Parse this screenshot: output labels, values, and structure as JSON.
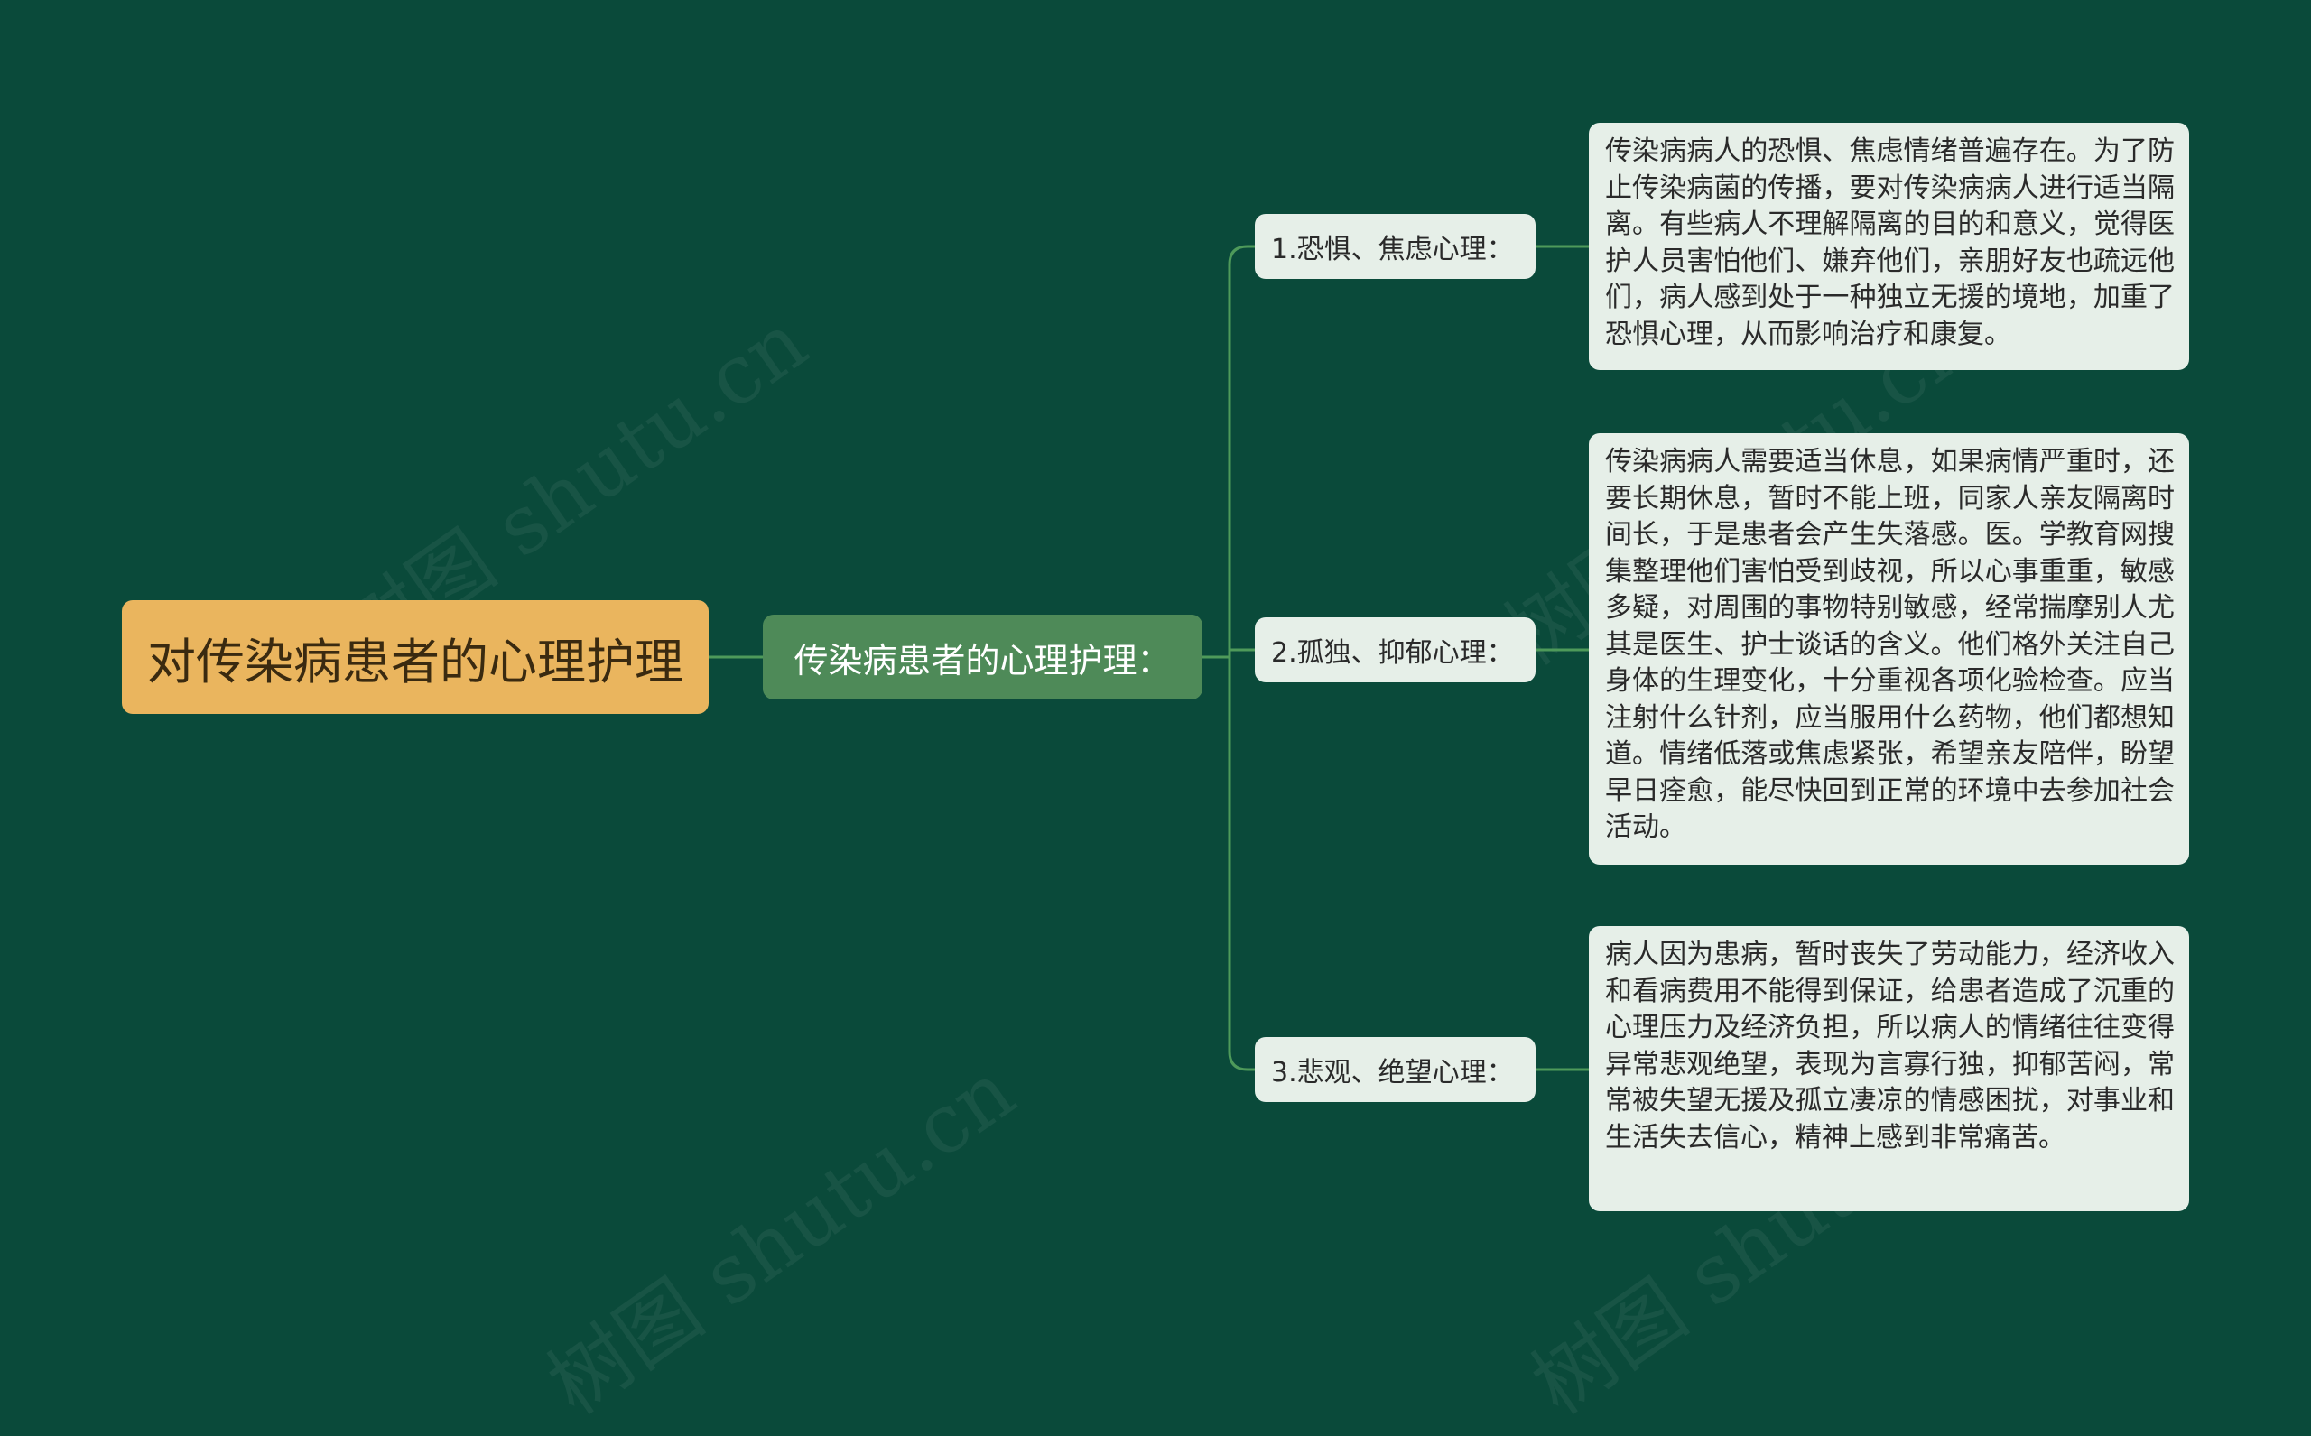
{
  "root": {
    "label": "对传染病患者的心理护理"
  },
  "main": {
    "label": "传染病患者的心理护理："
  },
  "branches": [
    {
      "label": "1.恐惧、焦虑心理：",
      "detail": "传染病病人的恐惧、焦虑情绪普遍存在。为了防止传染病菌的传播，要对传染病病人进行适当隔离。有些病人不理解隔离的目的和意义，觉得医护人员害怕他们、嫌弃他们，亲朋好友也疏远他们，病人感到处于一种独立无援的境地，加重了恐惧心理，从而影响治疗和康复。"
    },
    {
      "label": "2.孤独、抑郁心理：",
      "detail": "传染病病人需要适当休息，如果病情严重时，还要长期休息，暂时不能上班，同家人亲友隔离时间长，于是患者会产生失落感。医。学教育网搜集整理他们害怕受到歧视，所以心事重重，敏感多疑，对周围的事物特别敏感，经常揣摩别人尤其是医生、护士谈话的含义。他们格外关注自己身体的生理变化，十分重视各项化验检查。应当注射什么针剂，应当服用什么药物，他们都想知道。情绪低落或焦虑紧张，希望亲友陪伴，盼望早日痊愈，能尽快回到正常的环境中去参加社会活动。"
    },
    {
      "label": "3.悲观、绝望心理：",
      "detail": "病人因为患病，暂时丧失了劳动能力，经济收入和看病费用不能得到保证，给患者造成了沉重的心理压力及经济负担，所以病人的情绪往往变得异常悲观绝望，表现为言寡行独，抑郁苦闷，常常被失望无援及孤立凄凉的情感困扰，对事业和生活失去信心，精神上感到非常痛苦。"
    }
  ],
  "watermarks": [
    "树图 shutu.cn",
    "树图 shutu.cn",
    "树图 shutu.cn",
    "树图 shutu.cn"
  ],
  "colors": {
    "background": "#0a4a3a",
    "root": "#eab55e",
    "main": "#4e8a58",
    "branch": "#e6efe8",
    "connector": "#4e9a5a"
  }
}
